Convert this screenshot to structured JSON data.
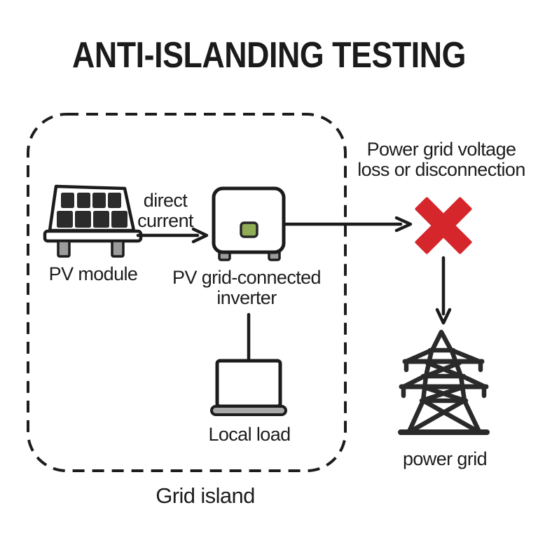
{
  "title": "ANTI-ISLANDING TESTING",
  "grid_island": {
    "label": "Grid island",
    "pv_module_label": "PV module",
    "dc_label": "direct\ncurrent",
    "inverter_label": "PV grid-connected\ninverter",
    "local_load_label": "Local load"
  },
  "grid_side": {
    "fault_label": "Power grid voltage\nloss or disconnection",
    "power_grid_label": "power grid"
  },
  "colors": {
    "ink": "#1c1c1c",
    "tower_ink": "#2a2a2a",
    "fault_red": "#d5262c",
    "indicator_green": "#90ad56",
    "metal_gray": "#9c9c9c",
    "laptop_base_gray": "#a9a9a9",
    "cell_dark": "#2b2b2b"
  }
}
